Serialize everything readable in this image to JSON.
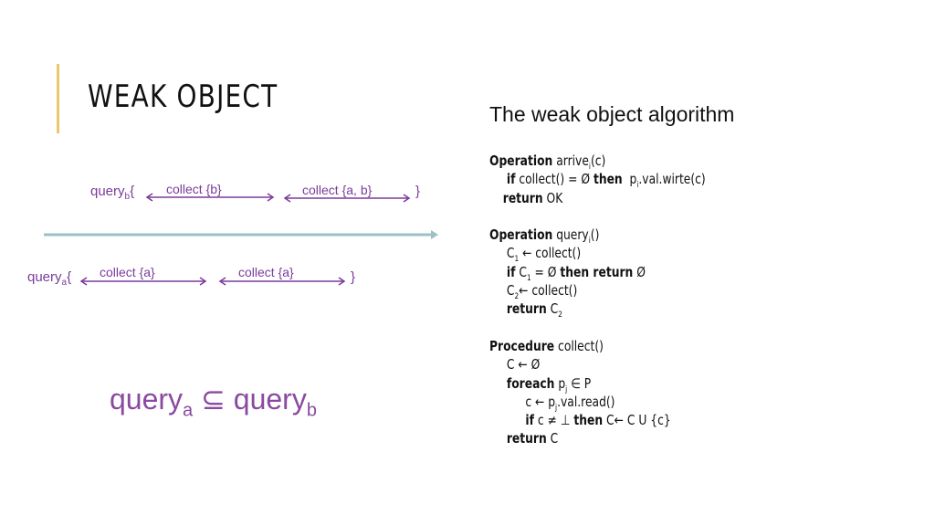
{
  "slide": {
    "title": "WEAK OBJECT",
    "accent_color": "#e8c86a",
    "text_color": "#7a3b9a"
  },
  "diagram": {
    "query_b": {
      "name": "query",
      "sub": "b",
      "open": "{",
      "close": "}",
      "collect1": "collect  {b}",
      "collect2": "collect  {a, b}"
    },
    "query_a": {
      "name": "query",
      "sub": "a",
      "open": "{",
      "close": "}",
      "collect1": "collect  {a}",
      "collect2": "collect  {a}"
    },
    "subset": {
      "left": "query",
      "left_sub": "a",
      "op": "⊆",
      "right": "query",
      "right_sub": "b"
    }
  },
  "algorithm": {
    "title": "The weak object algorithm",
    "arrive": {
      "kw_operation": "Operation",
      "sig": "arrive",
      "sig_sub": "i",
      "sig_tail": "(c)",
      "kw_if": "if",
      "cond": "collect() = Ø",
      "kw_then": "then",
      "action": "p",
      "action_sub": "i",
      "action_tail": ".val.wirte(c)",
      "kw_return": "return",
      "ret": "OK"
    },
    "query": {
      "kw_operation": "Operation",
      "sig": "query",
      "sig_sub": "i",
      "sig_tail": "()",
      "c1": "C",
      "c1_sub": "1",
      "assign1": " ← collect()",
      "kw_if": "if",
      "cond_c": "C",
      "cond_sub": "1",
      "cond_tail": " = Ø",
      "kw_then_return": "then return",
      "ret_empty": "Ø",
      "c2": "C",
      "c2_sub": "2",
      "assign2": "← collect()",
      "kw_return": "return",
      "ret_c": "C",
      "ret_sub": "2"
    },
    "collect": {
      "kw_procedure": "Procedure",
      "sig": "collect()",
      "init": "C ← Ø",
      "kw_foreach": "foreach",
      "iter": "p",
      "iter_sub": "j",
      "iter_tail": " ∈ P",
      "read": "c ← p",
      "read_sub": "j",
      "read_tail": ".val.read()",
      "kw_if": "if",
      "cond": "c  ≠ ⊥",
      "kw_then": "then",
      "action": "C← C U {c}",
      "kw_return": "return",
      "ret": "C"
    }
  }
}
